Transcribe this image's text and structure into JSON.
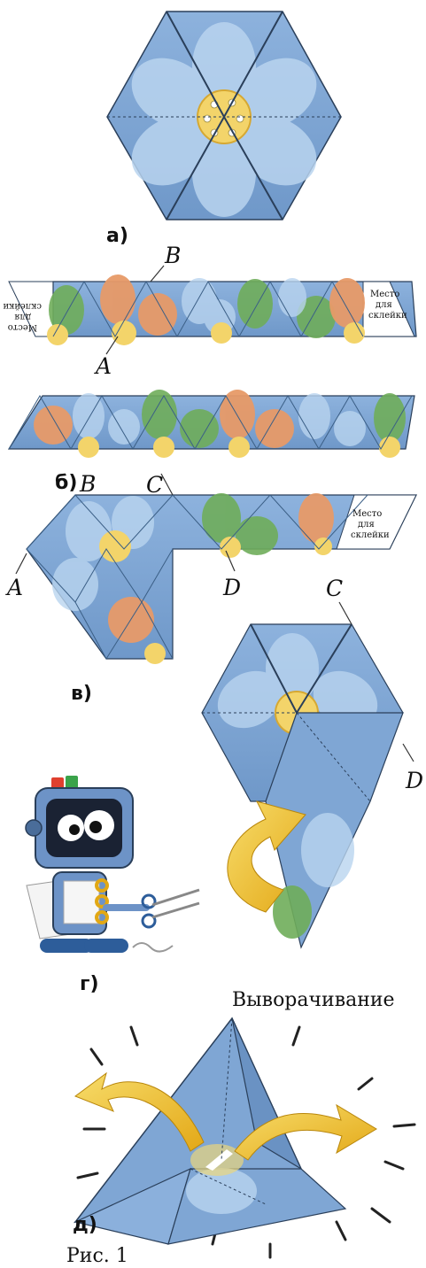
{
  "labels": {
    "a": "а)",
    "b": "б)",
    "v": "в)",
    "g": "г)",
    "d": "д)"
  },
  "points": {
    "A": "A",
    "B": "B",
    "C": "C",
    "D": "D"
  },
  "glue": {
    "line1": "Место",
    "line2": "для",
    "line3": "склейки"
  },
  "annotation": "Выворачивание",
  "caption": "Рис. 1",
  "colors": {
    "triangle_blue": "#7fa6d4",
    "petal_light": "#b9d4ef",
    "petal_orange": "#e79a68",
    "petal_green": "#6fad5a",
    "center_yellow": "#f3d46a",
    "arrow_yellow": "#f2c83a",
    "robot_blue": "#6d93c7"
  }
}
